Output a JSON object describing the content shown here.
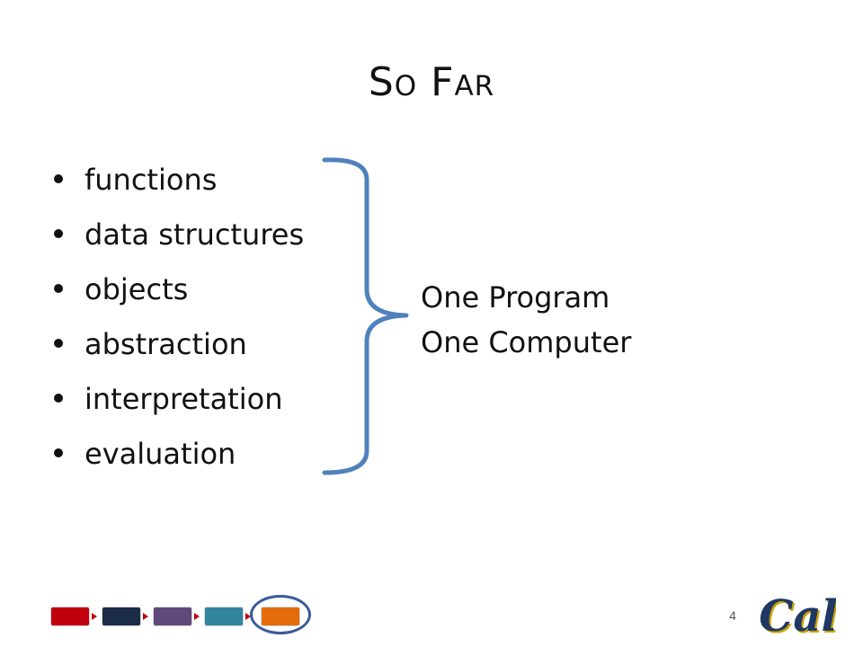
{
  "slide": {
    "title": "So Far",
    "bullets": [
      "functions",
      "data structures",
      "objects",
      "abstraction",
      "interpretation",
      "evaluation"
    ],
    "summary_lines": [
      "One Program",
      "One Computer"
    ],
    "page_number": "4",
    "logo_text": "Cal"
  },
  "progress": {
    "step_colors": [
      "#c0000c",
      "#1a2c48",
      "#604a7b",
      "#31859c",
      "#e46c0a"
    ],
    "arrow_color": "#c0000c",
    "current_step": 5,
    "ring_color": "#3a5a9b"
  },
  "colors": {
    "brace": "#4f81bd",
    "logo": "#1f3864",
    "logo_shadow": "#c8a200"
  }
}
